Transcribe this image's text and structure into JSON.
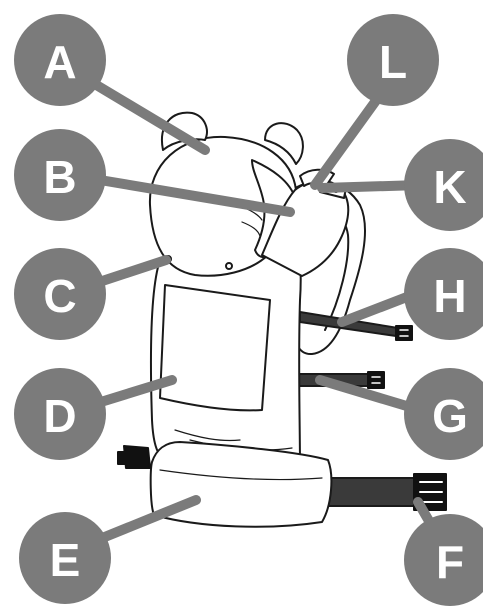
{
  "colors": {
    "badge": "#7b7b7b",
    "leader": "#7b7b7b",
    "label_text": "#ffffff",
    "outline": "#1a1a1a",
    "carrier_fill": "#ffffff",
    "strap_dark": "#3a3a3a",
    "buckle": "#111111"
  },
  "labels": {
    "a": "A",
    "b": "B",
    "c": "C",
    "d": "D",
    "e": "E",
    "f": "F",
    "g": "G",
    "h": "H",
    "k": "K",
    "l": "L"
  }
}
